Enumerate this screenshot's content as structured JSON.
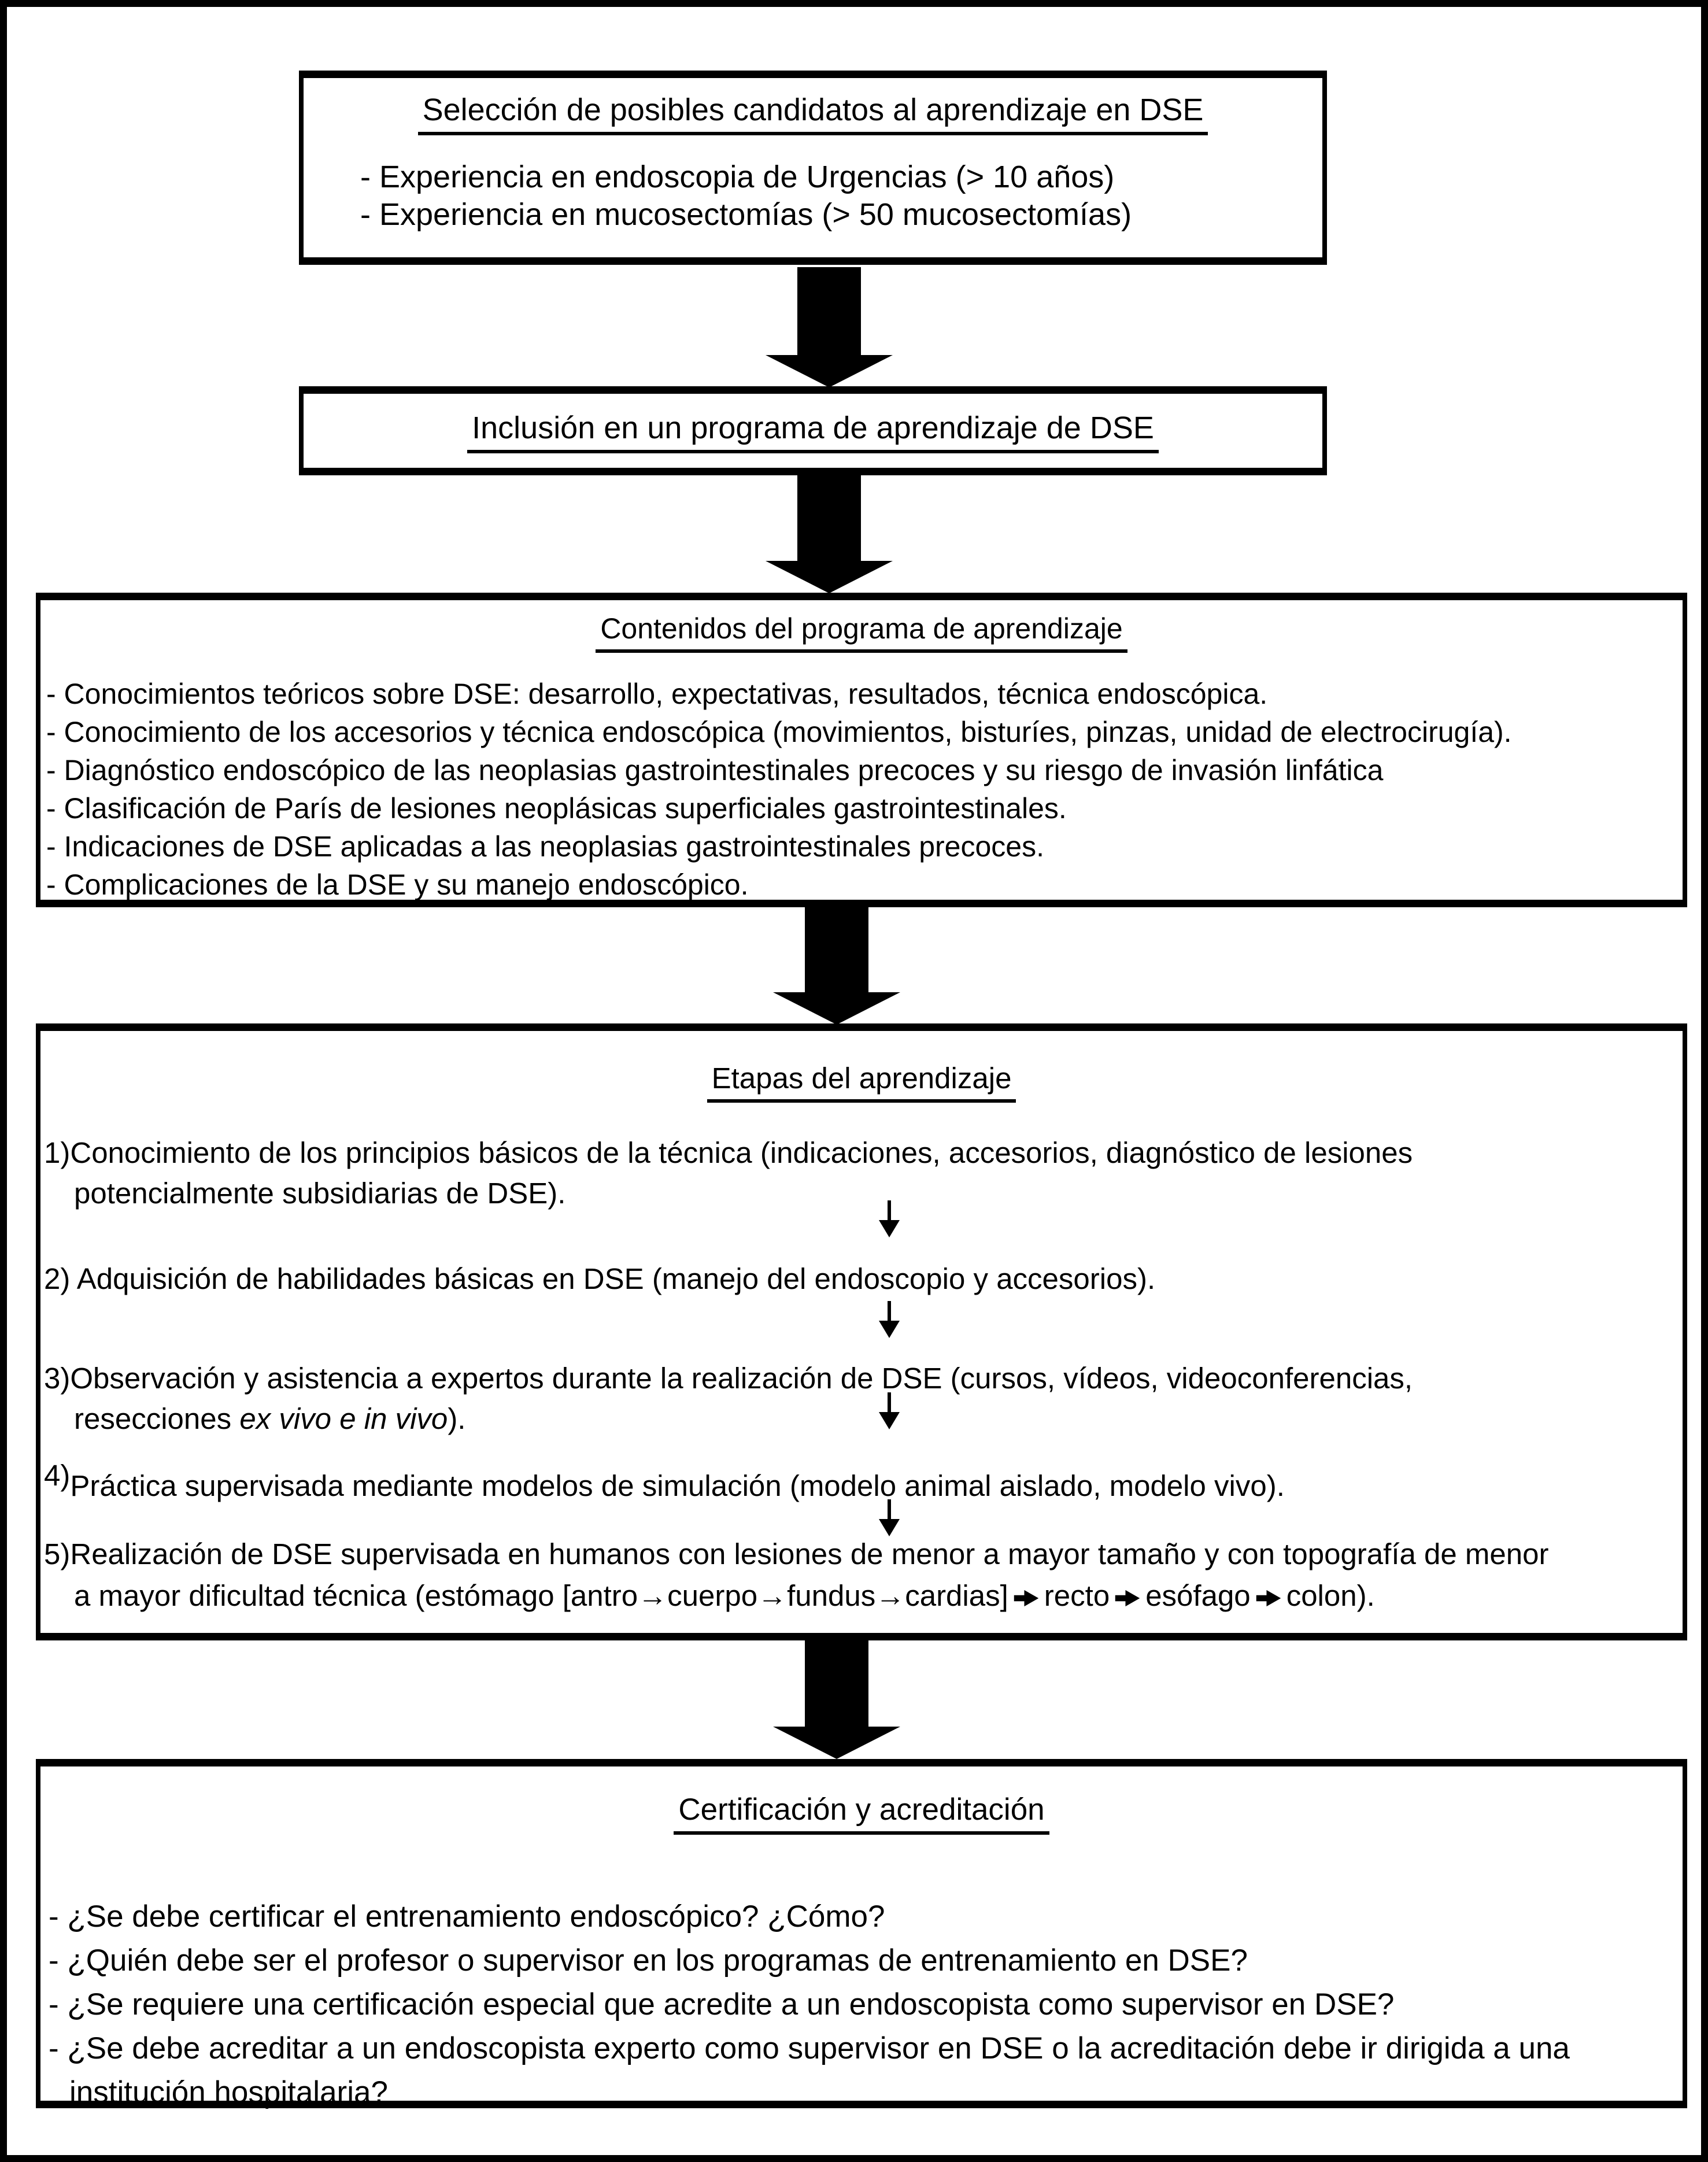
{
  "figure": {
    "selection_box": {
      "title": "Selección de posibles candidatos al aprendizaje en DSE",
      "items": [
        "- Experiencia en endoscopia de Urgencias (> 10 años)",
        "- Experiencia en mucosectomías (> 50 mucosectomías)"
      ]
    },
    "inclusion_box": {
      "title": "Inclusión en un programa de aprendizaje de DSE"
    },
    "contents_box": {
      "title": "Contenidos del programa de aprendizaje",
      "items": [
        "- Conocimientos teóricos sobre DSE: desarrollo, expectativas, resultados, técnica endoscópica.",
        "- Conocimiento de los accesorios y técnica endoscópica (movimientos, bisturíes, pinzas, unidad de electrocirugía).",
        "- Diagnóstico endoscópico de las neoplasias gastrointestinales precoces y su riesgo de invasión linfática",
        "- Clasificación de París de lesiones neoplásicas superficiales gastrointestinales.",
        "- Indicaciones de DSE aplicadas a las neoplasias gastrointestinales precoces.",
        "- Complicaciones de la DSE y su manejo endoscópico."
      ]
    },
    "stages_box": {
      "title": "Etapas del aprendizaje",
      "stage1": {
        "num": "1)",
        "line1": "Conocimiento de los principios básicos de la técnica (indicaciones, accesorios, diagnóstico de lesiones",
        "line2": "potencialmente subsidiarias de DSE)."
      },
      "stage2": {
        "num": "2) ",
        "text": "Adquisición de habilidades básicas en DSE (manejo del endoscopio y accesorios)."
      },
      "stage3": {
        "num": "3)",
        "line1": "Observación y asistencia a expertos durante la realización de DSE (cursos, vídeos, videoconferencias,",
        "line2_start": "resecciones ",
        "line2_italic": "ex vivo e in vivo",
        "line2_end": ")."
      },
      "stage4": {
        "num": "4)",
        "text": "Práctica supervisada mediante modelos de simulación (modelo animal aislado, modelo vivo)."
      },
      "stage5": {
        "num": "5)",
        "line1": "Realización de DSE supervisada en humanos con lesiones de menor a mayor tamaño y con topografía de menor",
        "line2_start": "a mayor dificultad técnica (estómago [antro→cuerpo→fundus→cardias]",
        "dest1": "recto",
        "dest2": "esófago",
        "dest3": "colon)."
      }
    },
    "certification_box": {
      "title": "Certificación y acreditación",
      "lines": [
        "- ¿Se debe certificar el entrenamiento endoscópico? ¿Cómo?",
        "- ¿Quién debe ser el profesor o supervisor en los programas de entrenamiento en DSE?",
        "- ¿Se requiere una certificación especial que acredite a un endoscopista como supervisor en DSE?",
        "- ¿Se debe acreditar a un endoscopista experto como supervisor en DSE o la acreditación debe ir dirigida a una",
        "institución hospitalaria?"
      ]
    },
    "icons": {
      "big_down_arrow": "solid black down arrow (css shape)",
      "small_down_arrow": "thin down arrow (css shape)",
      "heavy_right_arrow": "➔",
      "thin_right_arrow": "→"
    },
    "colors": {
      "ink": "#000000",
      "background": "#ffffff"
    }
  }
}
